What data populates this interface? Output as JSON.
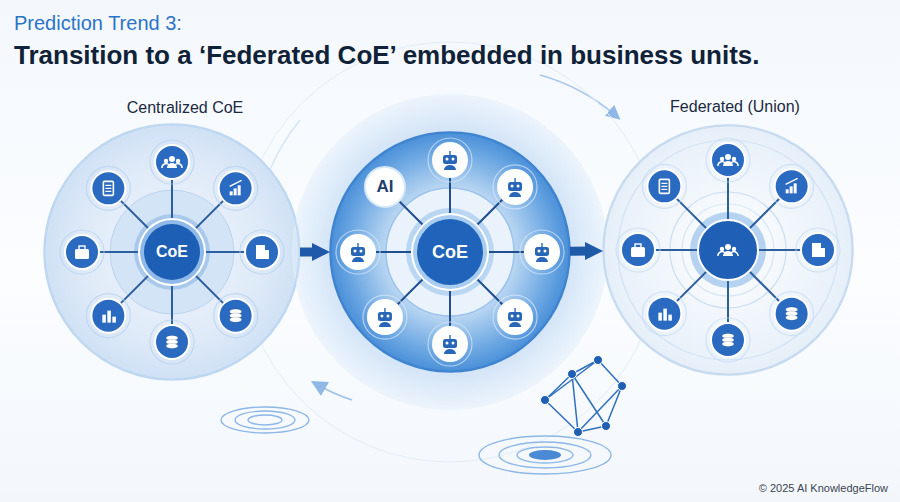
{
  "diagram": {
    "title": "Transition to a ‘Federated CoE’ embedded in business units.",
    "nodes": [
      {
        "text": [
          "Centralized CoE"
        ]
      },
      {
        "text": [
          "CoE"
        ],
        "in": 0
      },
      {
        "text": [
          "AI"
        ]
      },
      {
        "text": [
          "CoE"
        ],
        "in": 2
      },
      {
        "text": [
          "Federated (Union)"
        ]
      }
    ],
    "edges": [
      {
        "from": 0,
        "to": 2,
        "arrow": "to"
      },
      {
        "from": 2,
        "to": 4,
        "arrow": "to"
      }
    ],
    "labels": [
      "Prediction Trend 3:",
      "© 2025 AI KnowledgeFlow"
    ]
  }
}
